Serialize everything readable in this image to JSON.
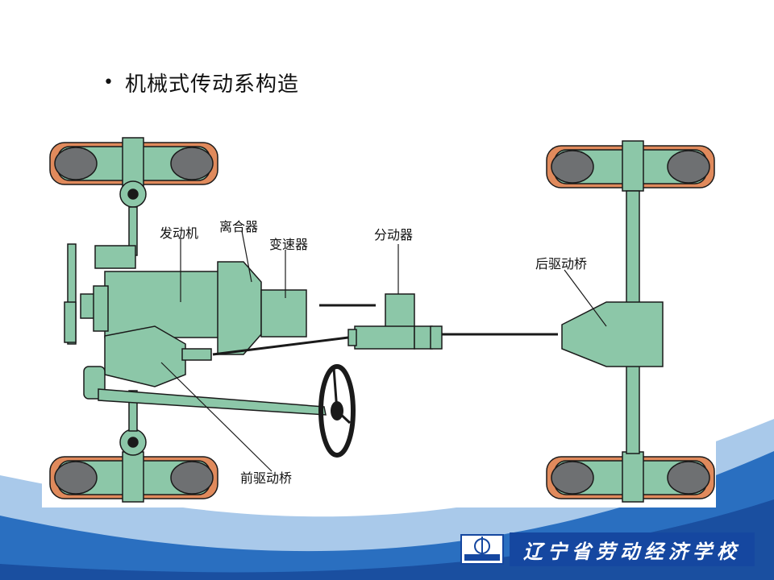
{
  "slide": {
    "bullet": "•",
    "title": "机械式传动系构造"
  },
  "diagram": {
    "labels": {
      "engine": "发动机",
      "clutch": "离合器",
      "gearbox": "变速器",
      "transfer_case": "分动器",
      "rear_drive_axle": "后驱动桥",
      "front_drive_axle": "前驱动桥"
    },
    "colors": {
      "body": "#8cc7a8",
      "outline": "#1a1a1a",
      "tire": "#e08a5c",
      "hub": "#6e7072"
    }
  },
  "footer": {
    "school_name": "辽宁省劳动经济学校",
    "bar_color": "#1547a0"
  }
}
